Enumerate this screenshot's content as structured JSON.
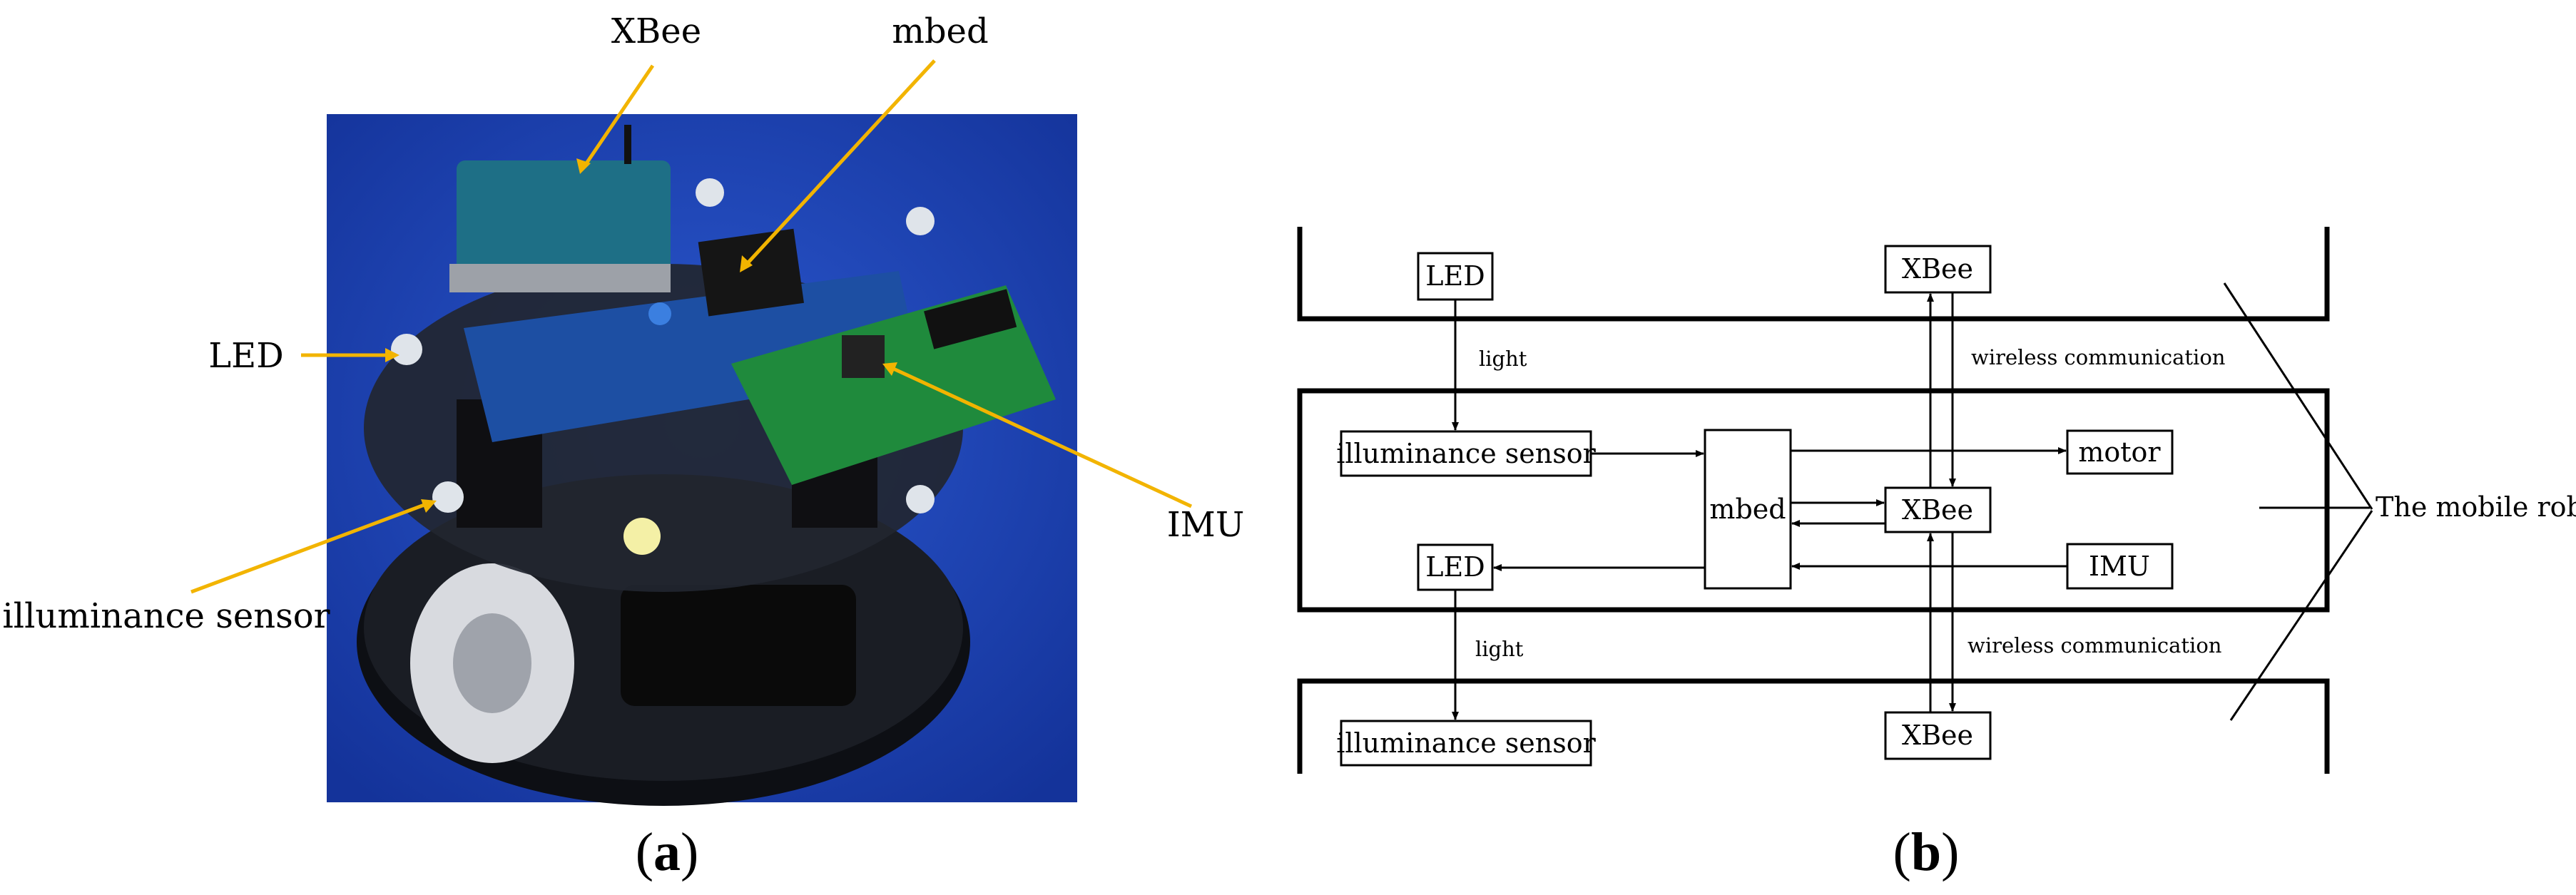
{
  "panel_a": {
    "callouts": {
      "xbee": "XBee",
      "mbed": "mbed",
      "led": "LED",
      "imu": "IMU",
      "illuminance": "illuminance sensor"
    },
    "caption_open": "(",
    "caption_letter": "a",
    "caption_close": ")",
    "photo_description_colors": {
      "background": "#1f47b8",
      "board_blue": "#1d4fa3",
      "imu_green": "#1f8a3c",
      "callout_line": "#f2b400"
    }
  },
  "panel_b": {
    "top": {
      "led": "LED",
      "xbee": "XBee",
      "light": "light",
      "wireless": "wireless communication"
    },
    "middle": {
      "illuminance": "illuminance sensor",
      "mbed": "mbed",
      "motor": "motor",
      "xbee": "XBee",
      "led": "LED",
      "imu": "IMU"
    },
    "bottom": {
      "light": "light",
      "wireless": "wireless communication",
      "illuminance": "illuminance sensor",
      "xbee": "XBee"
    },
    "robot_label": "The mobile robot",
    "caption_open": "(",
    "caption_letter": "b",
    "caption_close": ")"
  }
}
